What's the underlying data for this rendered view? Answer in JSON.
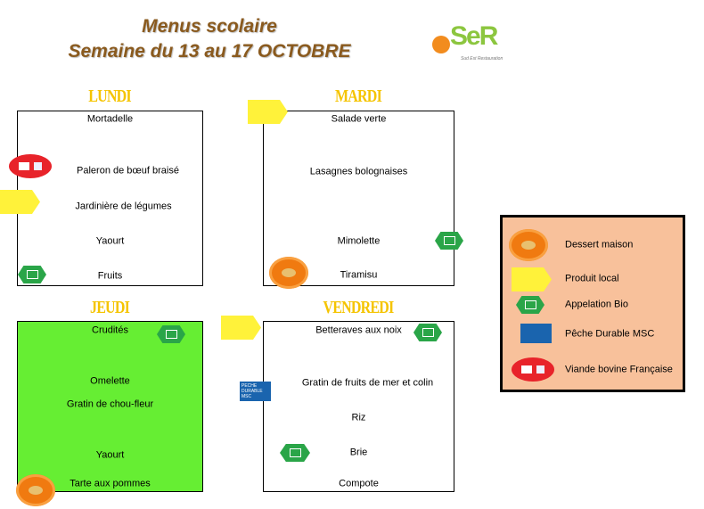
{
  "header": {
    "title_line1": "Menus scolaire",
    "title_line2": "Semaine du 13 au 17 OCTOBRE",
    "logo_text": "SeR",
    "logo_subtitle": "Sud Est Restauration"
  },
  "days": {
    "lundi": {
      "label": "LUNDI",
      "items": [
        "Mortadelle",
        "Paleron de bœuf braisé",
        "Jardinière de légumes",
        "Yaourt",
        "Fruits"
      ]
    },
    "mardi": {
      "label": "MARDI",
      "items": [
        "Salade verte",
        "Lasagnes bolognaises",
        "Mimolette",
        "Tiramisu"
      ]
    },
    "jeudi": {
      "label": "JEUDI",
      "items": [
        "Crudités",
        "Omelette",
        "Gratin de chou-fleur",
        "Yaourt",
        "Tarte aux pommes"
      ]
    },
    "vendredi": {
      "label": "VENDREDI",
      "items": [
        "Betteraves aux noix",
        "Gratin de fruits de mer et colin",
        "Riz",
        "Brie",
        "Compote"
      ]
    }
  },
  "legend": {
    "items": [
      "Dessert maison",
      "Produit local",
      "Appelation Bio",
      "Pêche Durable MSC",
      "Viande bovine Française"
    ]
  },
  "badges": {
    "dessert": "Dessert maison",
    "local": "produit local",
    "msc": "PECHE DURABLE MSC"
  },
  "colors": {
    "title": "#8a5a1e",
    "day": "#f5c400",
    "jeudi_bg": "#66ee33",
    "legend_bg": "#f8c19b"
  }
}
